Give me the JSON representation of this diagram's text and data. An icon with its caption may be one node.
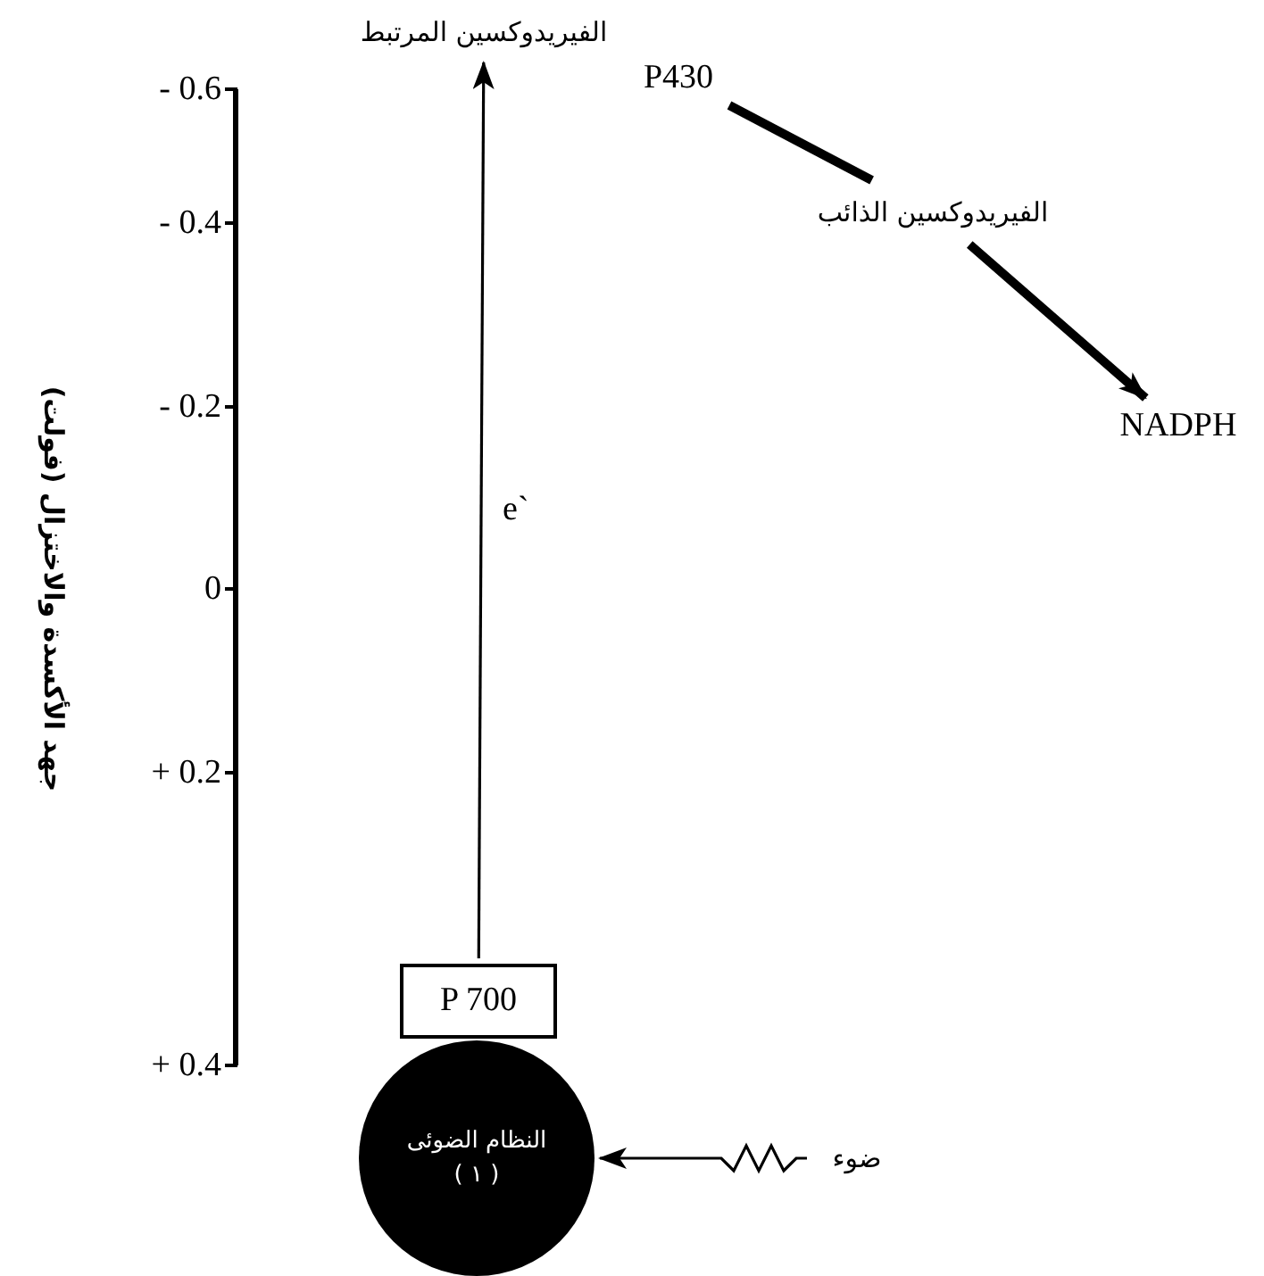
{
  "diagram": {
    "nodes": [
      {
        "text": [
          "النظام الضوئى ( ١ )"
        ]
      },
      {
        "text": [
          "P 700"
        ]
      },
      {
        "text": [
          "الفيريدوكسين المرتبط"
        ]
      },
      {
        "text": [
          "P430"
        ]
      },
      {
        "text": [
          "الفيريدوكسين الذائب"
        ]
      },
      {
        "text": [
          "NADPH"
        ]
      },
      {
        "text": [
          "ضوء"
        ]
      }
    ],
    "edges": [
      {
        "from": 1,
        "to": 2,
        "arrow": "to",
        "label": "e`"
      },
      {
        "from": 3,
        "to": 4,
        "arrow": "none",
        "style": "thick"
      },
      {
        "from": 4,
        "to": 5,
        "arrow": "to",
        "style": "thick"
      },
      {
        "from": 6,
        "to": 0,
        "arrow": "to"
      }
    ],
    "labels": [
      "- 0.6",
      "- 0.4",
      "- 0.2",
      "0",
      "+ 0.2",
      "+ 0.4",
      "جهد الأكسدة والاختزال (فولت)"
    ]
  }
}
